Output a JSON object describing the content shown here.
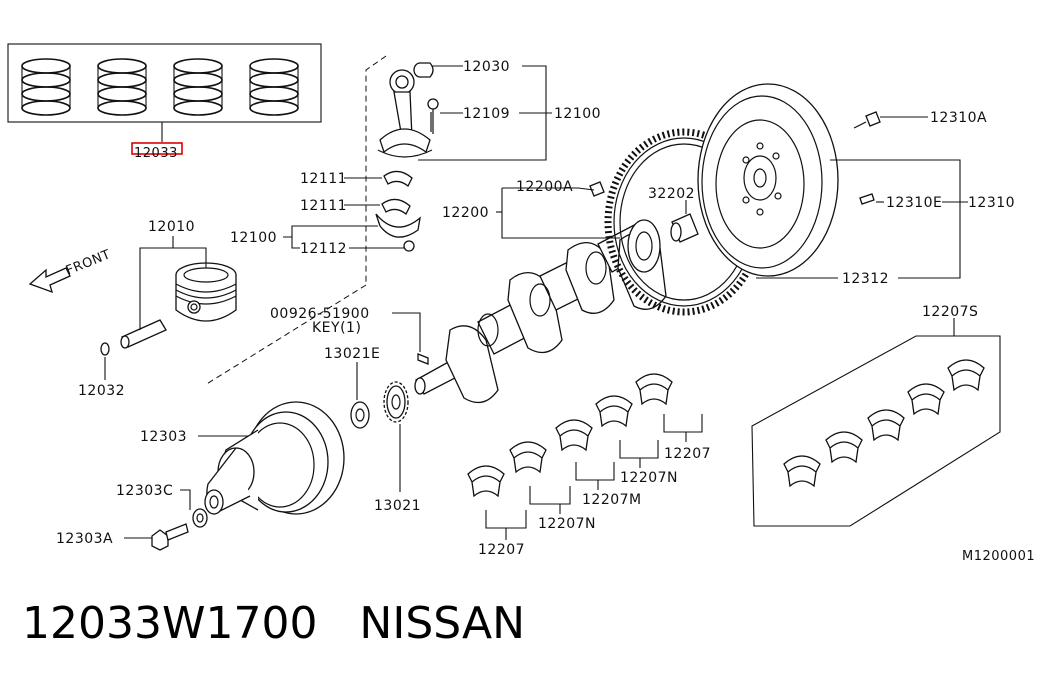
{
  "labels": {
    "ring_set": "12033",
    "bush": "12030",
    "rod_bolt": "12109",
    "rod_assy": "12100",
    "rod_bearing_upper": "12111",
    "rod_bearing_lower": "12111",
    "rod_assy_left": "12100",
    "rod_nut": "12112",
    "piston": "12010",
    "front": "FRONT",
    "pin_clip": "12032",
    "key_part": "00926-51900",
    "key_desc": "KEY(1)",
    "spacer": "13021E",
    "sprocket": "13021",
    "pulley": "12303",
    "pulley_washer": "12303C",
    "pulley_bolt": "12303A",
    "crank_plug": "12200A",
    "crankshaft": "12200",
    "pilot_bush": "32202",
    "flywheel_bolt": "12310A",
    "dowel": "12310E",
    "flywheel_assy": "12310",
    "ring_gear": "12312",
    "bearing_set": "12207S",
    "main_bearing_a": "12207",
    "main_bearing_b": "12207N",
    "main_bearing_c": "12207M",
    "main_bearing_d": "12207N",
    "main_bearing_e": "12207",
    "figure_code": "M1200001"
  },
  "caption": {
    "part_number": "12033W1700",
    "brand": "NISSAN"
  },
  "colors": {
    "highlight": "#e00000",
    "line": "#111111"
  }
}
